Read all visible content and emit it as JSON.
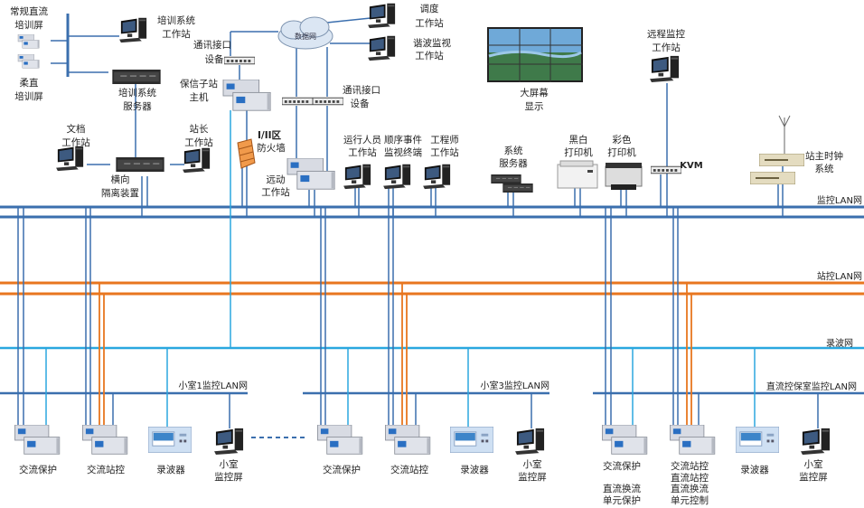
{
  "colors": {
    "monitor_lan": "#3b6fae",
    "station_lan": "#e8761f",
    "record_net": "#2aa7df"
  },
  "networks": {
    "monitor_lan": "监控LAN网",
    "station_lan": "站控LAN网",
    "record_net": "录波网",
    "room1_lan": "小室1监控LAN网",
    "room3_lan": "小室3监控LAN网",
    "dc_room_lan": "直流控保室监控LAN网",
    "cloud": "数据网"
  },
  "top": {
    "dc_training": [
      "常规直流",
      "培训屏"
    ],
    "flex_training": [
      "柔直",
      "培训屏"
    ],
    "training_ws": [
      "培训系统",
      "工作站"
    ],
    "training_server": [
      "培训系统",
      "服务器"
    ],
    "doc_ws": [
      "文档",
      "工作站"
    ],
    "isolation": [
      "横向",
      "隔离装置"
    ],
    "chief_ws": [
      "站长",
      "工作站"
    ],
    "comm_if_1": [
      "通讯接口",
      "设备"
    ],
    "protection_substation": [
      "保信子站",
      "主机"
    ],
    "firewall": [
      "I/II区",
      "防火墙"
    ],
    "dispatch_ws": [
      "调度",
      "工作站"
    ],
    "harmonic_ws": [
      "谐波监视",
      "工作站"
    ],
    "comm_if_2": [
      "通讯接口",
      "设备"
    ],
    "telecontrol_ws": [
      "远动",
      "工作站"
    ],
    "operator_ws": [
      "运行人员",
      "工作站"
    ],
    "soe_terminal": [
      "顺序事件",
      "监视终端"
    ],
    "engineer_ws": [
      "工程师",
      "工作站"
    ],
    "big_screen": [
      "大屏幕",
      "显示"
    ],
    "system_server": [
      "系统",
      "服务器"
    ],
    "bw_printer": [
      "黑白",
      "打印机"
    ],
    "color_printer": [
      "彩色",
      "打印机"
    ],
    "kvm": "KVM",
    "remote_ws": [
      "远程监控",
      "工作站"
    ],
    "clock": [
      "站主时钟",
      "系统"
    ]
  },
  "bottom": {
    "ac_protection": "交流保护",
    "ac_control": "交流站控",
    "recorder": "录波器",
    "room_monitor": [
      "小室",
      "监控屏"
    ],
    "dc_protection": [
      "直流换流",
      "单元保护"
    ],
    "dc_control": [
      "直流站控",
      "直流换流",
      "单元控制"
    ]
  }
}
